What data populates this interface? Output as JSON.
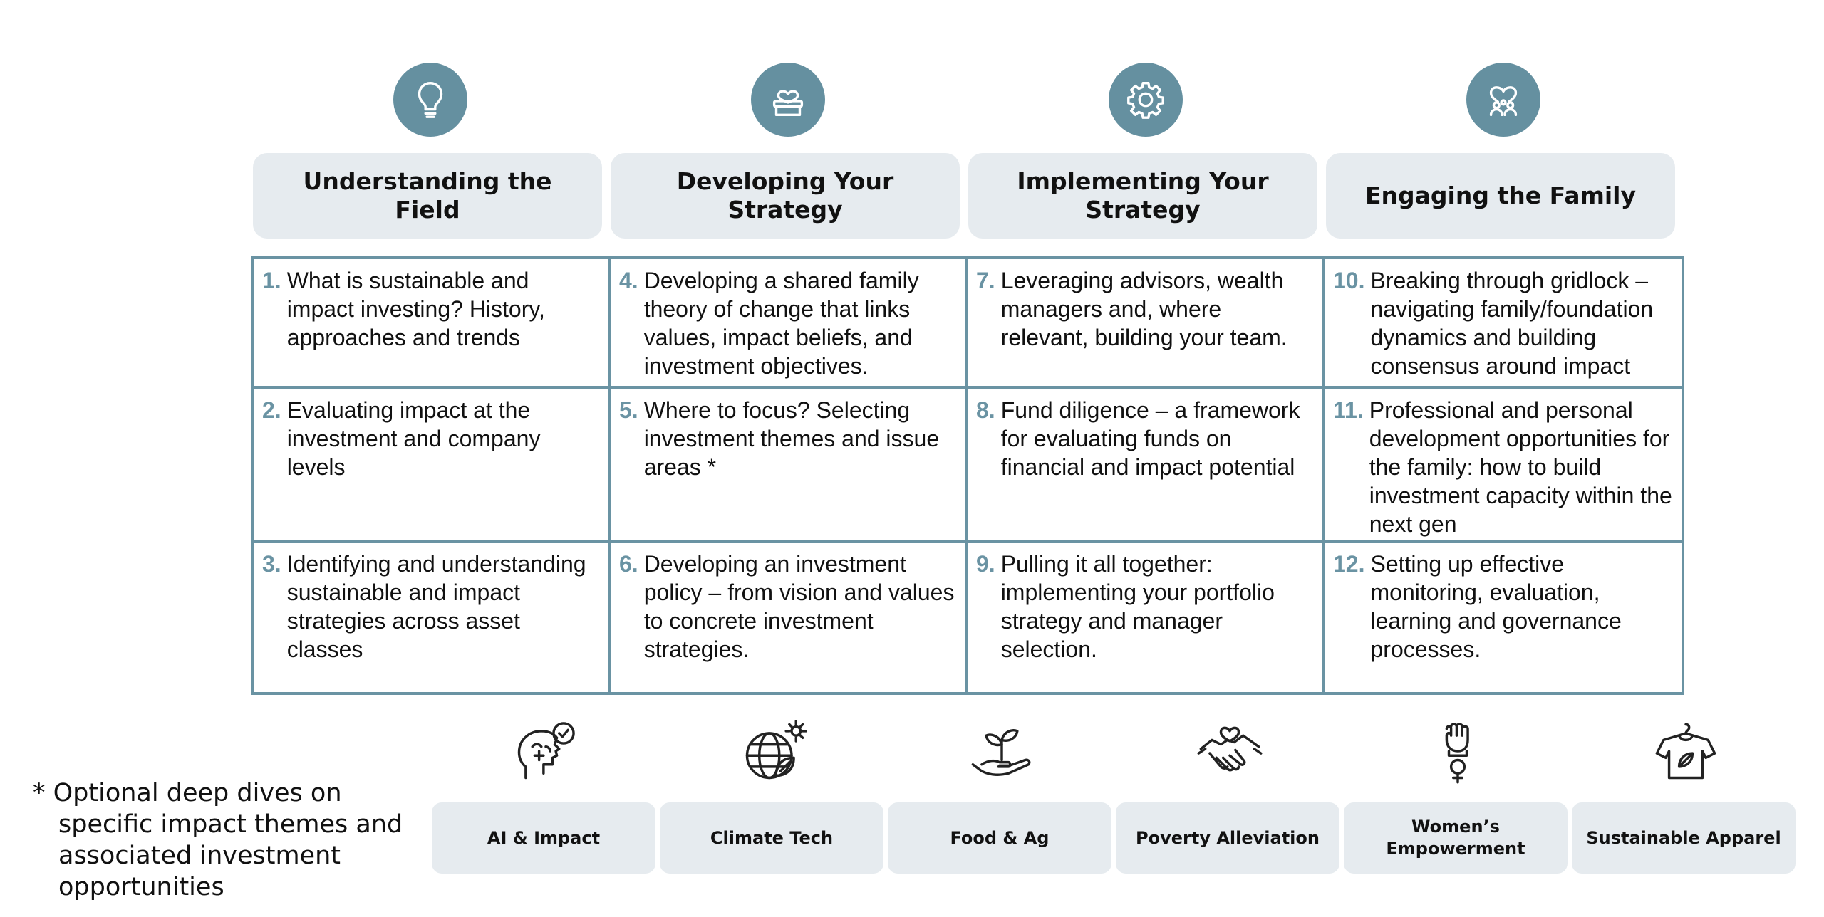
{
  "colors": {
    "accent": "#6a93a3",
    "icon_circle": "#6590a0",
    "box_fill": "#e6ebef"
  },
  "columns": [
    {
      "icon": "lightbulb-icon",
      "title": "Understanding the Field"
    },
    {
      "icon": "heart-box-icon",
      "title": "Developing Your Strategy"
    },
    {
      "icon": "gear-icon",
      "title": "Implementing Your Strategy"
    },
    {
      "icon": "family-heart-icon",
      "title": "Engaging the Family"
    }
  ],
  "modules": [
    [
      {
        "num": "1.",
        "text": "What is sustainable and impact investing? History, approaches and trends"
      },
      {
        "num": "4.",
        "text": "Developing a shared family theory of change that links values, impact beliefs, and investment objectives."
      },
      {
        "num": "7.",
        "text": "Leveraging advisors, wealth managers and, where relevant, building your team."
      },
      {
        "num": "10.",
        "text": "Breaking through gridlock – navigating family/foundation dynamics and building consensus around impact"
      }
    ],
    [
      {
        "num": "2.",
        "text": "Evaluating impact at the investment and company levels"
      },
      {
        "num": "5.",
        "text": "Where to focus? Selecting investment themes and issue areas *"
      },
      {
        "num": "8.",
        "text": "Fund diligence – a framework for evaluating funds on financial and impact potential"
      },
      {
        "num": "11.",
        "text": "Professional and personal development opportunities for the family: how to build investment capacity within the next gen"
      }
    ],
    [
      {
        "num": "3.",
        "text": "Identifying and understanding sustainable and impact strategies across asset classes"
      },
      {
        "num": "6.",
        "text": "Developing an investment policy – from vision and values to concrete investment strategies."
      },
      {
        "num": "9.",
        "text": "Pulling it all together: implementing your portfolio strategy and manager selection."
      },
      {
        "num": "12.",
        "text": "Setting up effective monitoring, evaluation, learning and governance processes."
      }
    ]
  ],
  "themes": [
    {
      "icon": "brain-check-icon",
      "label": "AI & Impact"
    },
    {
      "icon": "globe-leaf-sun-icon",
      "label": "Climate Tech"
    },
    {
      "icon": "hand-sprout-icon",
      "label": "Food & Ag"
    },
    {
      "icon": "handshake-heart-icon",
      "label": "Poverty Alleviation"
    },
    {
      "icon": "fist-venus-icon",
      "label": "Women’s Empowerment"
    },
    {
      "icon": "shirt-leaf-icon",
      "label": "Sustainable Apparel"
    }
  ],
  "footnote": "* Optional deep dives on specific impact themes and associated investment opportunities"
}
